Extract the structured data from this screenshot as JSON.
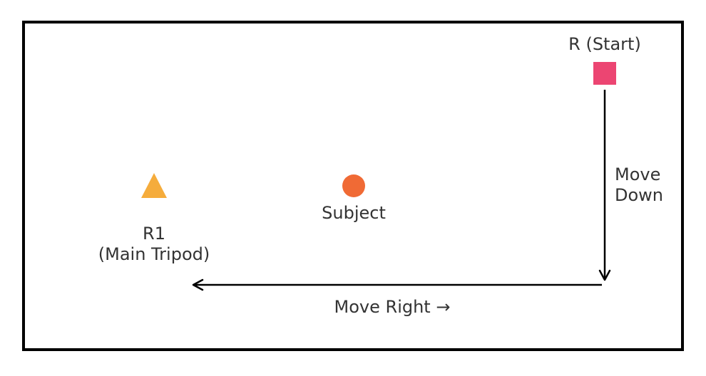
{
  "nodes": {
    "start": {
      "label": "R (Start)",
      "color": "#ec4572",
      "shape": "square"
    },
    "subject": {
      "label": "Subject",
      "color": "#f06a35",
      "shape": "circle"
    },
    "r1": {
      "label_line1": "R1",
      "label_line2": "(Main Tripod)",
      "color": "#f5ac3c",
      "shape": "triangle"
    }
  },
  "moves": {
    "down": {
      "line1": "Move",
      "line2": "Down"
    },
    "right": {
      "label": "Move Right →"
    }
  }
}
